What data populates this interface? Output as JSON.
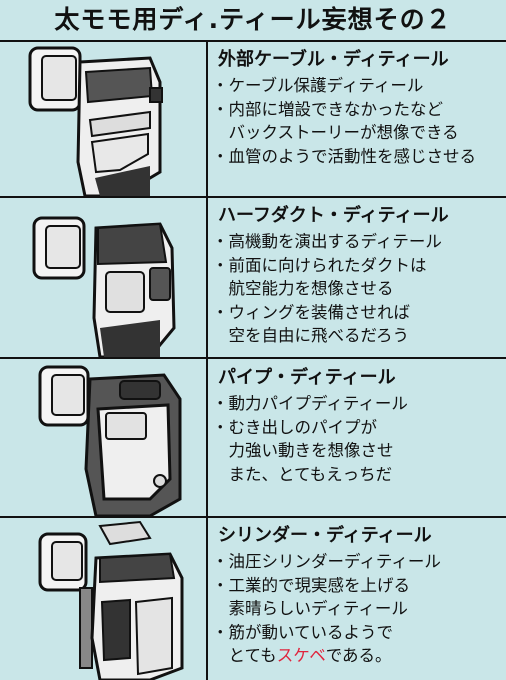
{
  "title": "太モモ用ディ.ティール妄想その２",
  "panels": [
    {
      "heading": "外部ケーブル・ディティール",
      "lines": [
        "・ケーブル保護ディティール",
        "・内部に増設できなかったなど",
        "　バックストーリーが想像できる",
        "・血管のようで活動性を感じさせる"
      ]
    },
    {
      "heading": "ハーフダクト・ディティール",
      "lines": [
        "・高機動を演出するディテール",
        "・前面に向けられたダクトは",
        "　航空能力を想像させる",
        "・ウィングを装備させれば",
        "　空を自由に飛べるだろう"
      ]
    },
    {
      "heading": "パイプ・ディティール",
      "lines": [
        "・動力パイプディティール",
        "・むき出しのパイプが",
        "　力強い動きを想像させ",
        "　また、とてもえっちだ"
      ]
    },
    {
      "heading": "シリンダー・ディティール",
      "lines": [
        "・油圧シリンダーディティール",
        "・工業的で現実感を上げる",
        "　素晴らしいディティール",
        "・筋が動いているようで"
      ],
      "last_line_pre": "　とても",
      "last_line_red": "スケベ",
      "last_line_post": "である。"
    }
  ]
}
